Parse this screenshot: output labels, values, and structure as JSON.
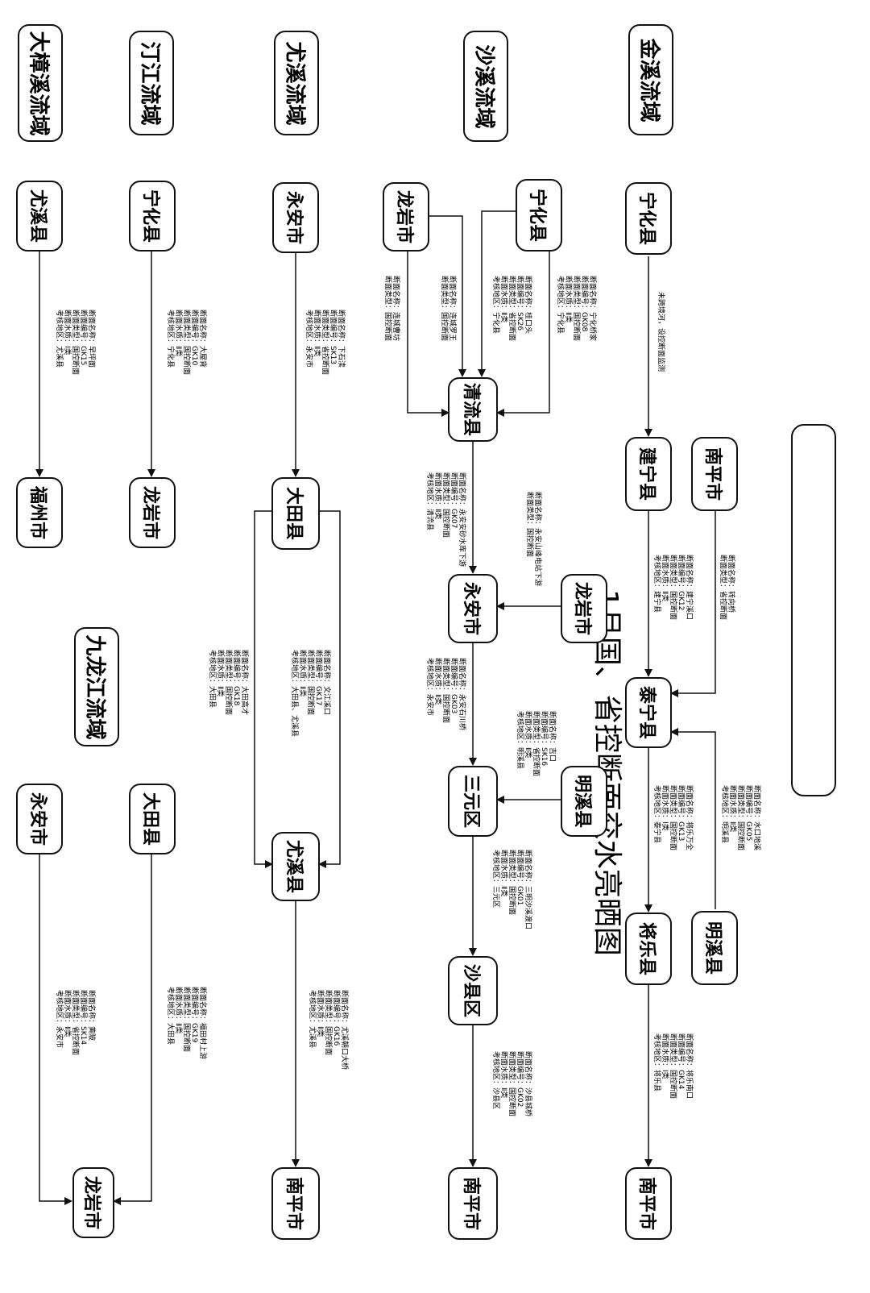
{
  "title": "1月国、省控断面交水亮晒图",
  "basins": {
    "jinxi": "金溪流域",
    "shaxi": "沙溪流域",
    "youxi": "尤溪流域",
    "tingjiang": "汀江流域",
    "dazhangxi": "大樟溪流域",
    "jiulongjiang": "九龙江流域"
  },
  "nodes": {
    "jx_ninghua": "宁化县",
    "jx_nanping_top": "南平市",
    "jx_jianning": "建宁县",
    "jx_taining": "泰宁县",
    "jx_mingxi": "明溪县",
    "jx_jiangle": "将乐县",
    "jx_nanping_end": "南平市",
    "sx_ninghua": "宁化县",
    "sx_longyan1": "龙岩市",
    "sx_qingliu": "清流县",
    "sx_longyan2": "龙岩市",
    "sx_yongan": "永安市",
    "sx_mingxi": "明溪县",
    "sx_sanyuan": "三元区",
    "sx_shaxian": "沙县区",
    "sx_nanping": "南平市",
    "yx_yongan": "永安市",
    "yx_datian": "大田县",
    "yx_youxi": "尤溪县",
    "yx_nanping": "南平市",
    "tj_ninghua": "宁化县",
    "tj_longyan": "龙岩市",
    "dz_youxi": "尤溪县",
    "dz_fuzhou": "福州市",
    "jl_datian": "大田县",
    "jl_yongan": "永安市",
    "jl_longyan": "龙岩市"
  },
  "notes": {
    "jx_no_section": "未跨境河，设控断面监测"
  },
  "sections": {
    "jx_nanping_jianning": [
      "断面名称：转向桥",
      "断面类型：省控断面"
    ],
    "jx_jianning": [
      "断面名称：建宁溪口",
      "断面编号：GK12",
      "断面类型：国控断面",
      "断面水质：Ⅱ类",
      "考核地区：建宁县"
    ],
    "jx_taining": [
      "断面名称：将乐万全",
      "断面编号：GK13",
      "断面类型：国控断面",
      "断面水质：Ⅰ类",
      "考核地区：泰宁县"
    ],
    "jx_mingxi": [
      "断面名称：水口地溪",
      "断面编号：GK05",
      "断面类型：国控断面",
      "断面水质：Ⅱ类",
      "考核地区：明溪县"
    ],
    "jx_jiangle": [
      "断面名称：将乐南口",
      "断面编号：GK14",
      "断面类型：国控断面",
      "断面水质：Ⅰ类",
      "考核地区：将乐县"
    ],
    "sx_ninghua": [
      "断面名称：宁化桥家",
      "断面编号：GK08",
      "断面类型：国控断面",
      "断面水质：Ⅱ类",
      "考核地区：宁化县"
    ],
    "sx_ninghua_sk": [
      "断面名称：桂口头",
      "断面编号：SK26",
      "断面类型：省控断面",
      "断面水质：Ⅱ类",
      "考核地区：宁化县"
    ],
    "sx_longyan1a": [
      "断面名称：连城罗王",
      "断面类型：国控断面"
    ],
    "sx_longyan1b": [
      "断面名称：连城曹坊",
      "断面类型：国控断面"
    ],
    "sx_qingliu": [
      "断面名称：永安安砂水库下游",
      "断面编号：GK07",
      "断面类型：国控断面",
      "断面水质：Ⅱ类",
      "考核地区：清流县"
    ],
    "sx_longyan2": [
      "断面名称：永安山峰电站下游",
      "断面类型：国控断面"
    ],
    "sx_yongan": [
      "断面名称：永安石川桥",
      "断面编号：GK03",
      "断面类型：国控断面",
      "断面水质：Ⅱ类",
      "考核地区：永安市"
    ],
    "sx_mingxi": [
      "断面名称：吉口",
      "断面编号：SK16",
      "断面类型：省控断面",
      "断面水质：Ⅱ类",
      "考核地区：明溪县"
    ],
    "sx_sanyuan": [
      "断面名称：三明沙溪渡口",
      "断面编号：GK01",
      "断面类型：国控断面",
      "断面水质：Ⅱ类",
      "考核地区：三元区"
    ],
    "sx_shaxian": [
      "断面名称：沙县城桥",
      "断面编号：GK02",
      "断面类型：国控断面",
      "断面水质：Ⅱ类",
      "考核地区：沙县区"
    ],
    "yx_yongan": [
      "断面名称：下石渎",
      "断面编号：SK13",
      "断面类型：省控断面",
      "断面水质：Ⅱ类",
      "考核地区：永安市"
    ],
    "yx_datian1": [
      "断面名称：文江溪口",
      "断面编号：GK17",
      "断面类型：国控断面",
      "断面水质：Ⅱ类",
      "考核地区：大田县、尤溪县"
    ],
    "yx_datian2": [
      "断面名称：大田高才",
      "断面编号：GK18",
      "断面类型：国控断面",
      "断面水质：Ⅱ类",
      "考核地区：大田县"
    ],
    "yx_youxi": [
      "断面名称：尤溪朝口大桥",
      "断面编号：GK16",
      "断面类型：国控断面",
      "断面水质：Ⅱ类",
      "考核地区：尤溪县"
    ],
    "tj_ninghua": [
      "断面名称：大屋背",
      "断面编号：GK10",
      "断面类型：国控断面",
      "断面水质：Ⅱ类",
      "考核地区：宁化县"
    ],
    "dz_youxi": [
      "断面名称：早坪面",
      "断面编号：GK15",
      "断面类型：国控断面",
      "断面水质：Ⅰ类",
      "考核地区：尤溪县"
    ],
    "jl_datian": [
      "断面名称：福田村上游",
      "断面编号：GK19",
      "断面类型：国控断面",
      "断面水质：Ⅱ类",
      "考核地区：大田县"
    ],
    "jl_yongan": [
      "断面名称：黄陂",
      "断面编号：SK14",
      "断面类型：省控断面",
      "断面水质：Ⅱ类",
      "考核地区：永安市"
    ]
  }
}
